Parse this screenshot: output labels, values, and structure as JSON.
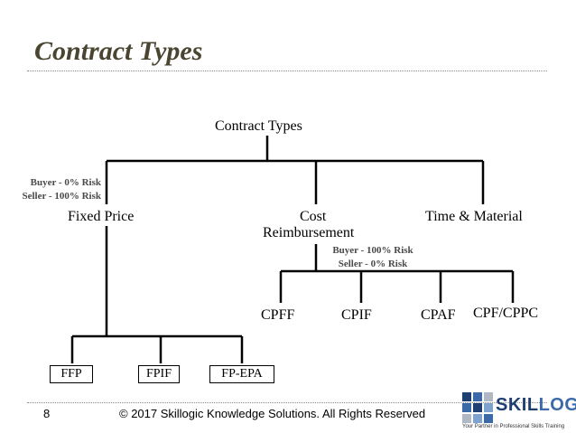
{
  "slide": {
    "title": "Contract Types",
    "page_number": "8",
    "copyright": "© 2017 Skillogic Knowledge Solutions. All Rights Reserved"
  },
  "diagram": {
    "root": "Contract Types",
    "fixed_price": "Fixed Price",
    "cost_reimbursement_line1": "Cost",
    "cost_reimbursement_line2": "Reimbursement",
    "time_material": "Time & Material",
    "fixed_risk_buyer": "Buyer - 0% Risk",
    "fixed_risk_seller": "Seller - 100% Risk",
    "cost_risk_buyer": "Buyer - 100% Risk",
    "cost_risk_seller": "Seller - 0% Risk",
    "cost_children": [
      "CPFF",
      "CPIF",
      "CPAF",
      "CPF/CPPC"
    ],
    "fixed_children": [
      "FFP",
      "FPIF",
      "FP-EPA"
    ]
  },
  "logo": {
    "name_part1": "SKIL",
    "name_part2": "LOGIC",
    "tagline": "Your Partner in Professional Skills Training",
    "colors": {
      "dark": "#1f3f73",
      "mid": "#3c6aa8",
      "light": "#7fa3cf",
      "grey": "#b0b8c4"
    }
  }
}
